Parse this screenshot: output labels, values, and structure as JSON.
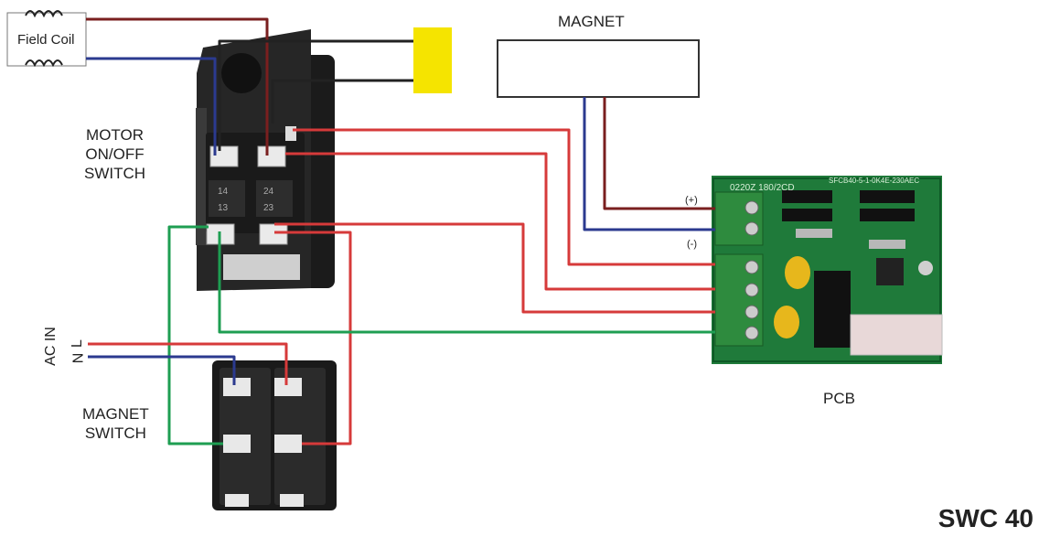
{
  "labels": {
    "field_coil": "Field Coil",
    "magnet": "MAGNET",
    "motor_switch": "MOTOR\nON/OFF\nSWITCH",
    "ac_in": "AC IN",
    "ac_n": "N",
    "ac_l": "L",
    "magnet_switch": "MAGNET\nSWITCH",
    "pcb": "PCB",
    "plus": "(+)",
    "minus": "(-)",
    "model": "SWC 40"
  },
  "colors": {
    "red_wire": "#d63a3a",
    "dark_red_wire": "#7a1f1f",
    "blue_wire": "#2b3a8f",
    "green_wire": "#1e9e52",
    "black_wire": "#222222",
    "capacitor": "#f5e400",
    "pcb_green": "#1f7a3a",
    "terminal_green": "#2e8b3e"
  }
}
